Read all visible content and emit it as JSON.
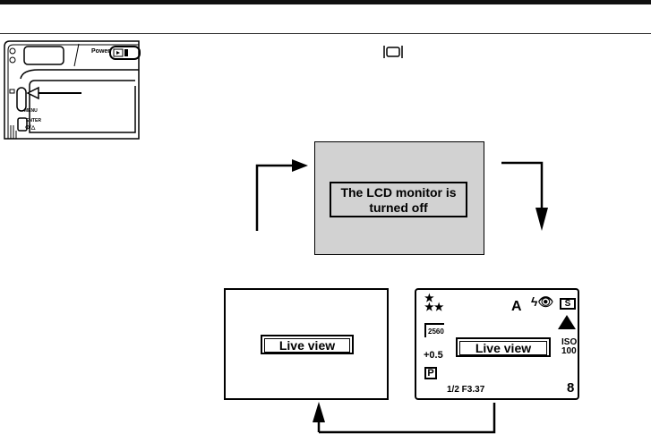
{
  "camera": {
    "power_label": "Power",
    "menu_label": "MENU",
    "enter_label": "ENTER"
  },
  "monitor_off": {
    "label": "The LCD monitor is turned off"
  },
  "live_view_plain": {
    "label": "Live view"
  },
  "live_view_info": {
    "label": "Live view",
    "mode_label": "A",
    "resolution": "2560",
    "exposure_comp": "+0.5",
    "program_mode": "P",
    "iso_label": "ISO",
    "iso_value": "100",
    "shutter_aperture": "1/2 F3.37",
    "shots_remaining": "8",
    "size_badge": "S"
  }
}
